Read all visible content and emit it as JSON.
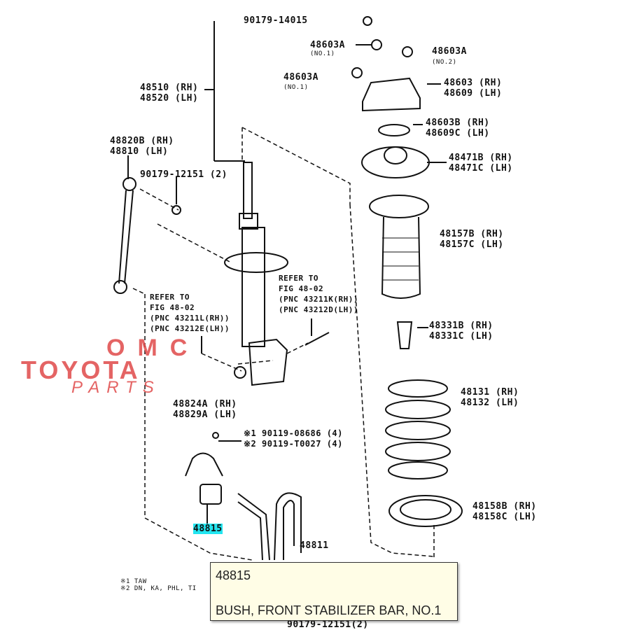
{
  "labels": {
    "p90179_14015": "90179-14015",
    "p48603a_1": "48603A",
    "p48603a_1_note": "(NO.1)",
    "p48603a_2": "48603A",
    "p48603a_2_note": "(NO.2)",
    "p48603a_3": "48603A",
    "p48603a_3_note": "(NO.1)",
    "p48603": "48603 (RH)\n48609 (LH)",
    "p48510": "48510 (RH)\n48520 (LH)",
    "p48603b": "48603B (RH)\n48609C (LH)",
    "p48820b": "48820B (RH)\n48810 (LH)",
    "p48471": "48471B (RH)\n48471C (LH)",
    "p90179_12151": "90179-12151 (2)",
    "p48157": "48157B (RH)\n48157C (LH)",
    "refer_right": "REFER TO\nFIG 48-02\n(PNC 43211K(RH))\n(PNC 43212D(LH))",
    "refer_left": "REFER TO\nFIG 48-02\n(PNC 43211L(RH))\n(PNC 43212E(LH))",
    "p48331": "48331B (RH)\n48331C (LH)",
    "p48131": "48131 (RH)\n48132 (LH)",
    "p48824": "48824A (RH)\n48829A (LH)",
    "p90119": "※1 90119-08686 (4)\n※2 90119-T0027 (4)",
    "p48158": "48158B (RH)\n48158C (LH)",
    "p48815": "48815",
    "p48811": "48811",
    "footnotes": "※1 TAW\n※2 DN, KA, PHL, TI",
    "bottom_partial": "90179-12151(2)"
  },
  "logo": {
    "line1": "OMC",
    "line2": "TOYOTA",
    "line3": "PARTS",
    "color": "#e04a4a"
  },
  "highlight_color": "#22e5f0",
  "tooltip": {
    "part_number": "48815",
    "description": "BUSH, FRONT STABILIZER BAR, NO.1"
  }
}
